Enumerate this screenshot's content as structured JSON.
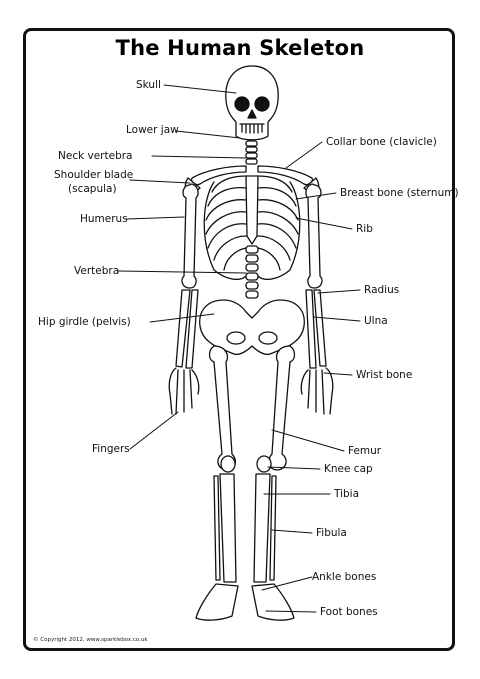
{
  "title": "The Human Skeleton",
  "copyright": "© Copyright 2012, www.sparklebox.co.uk",
  "labels": {
    "skull": "Skull",
    "lower_jaw": "Lower jaw",
    "neck_vertebra": "Neck vertebra",
    "shoulder_blade_1": "Shoulder blade",
    "shoulder_blade_2": "(scapula)",
    "humerus": "Humerus",
    "vertebra": "Vertebra",
    "hip_girdle": "Hip girdle (pelvis)",
    "fingers": "Fingers",
    "collar_bone": "Collar bone (clavicle)",
    "breast_bone": "Breast bone (sternum)",
    "rib": "Rib",
    "radius": "Radius",
    "ulna": "Ulna",
    "wrist_bone": "Wrist bone",
    "femur": "Femur",
    "knee_cap": "Knee cap",
    "tibia": "Tibia",
    "fibula": "Fibula",
    "ankle_bones": "Ankle bones",
    "foot_bones": "Foot bones"
  }
}
